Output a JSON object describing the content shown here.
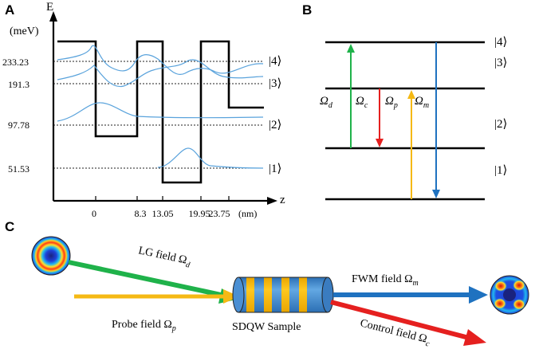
{
  "panels": {
    "a": "A",
    "b": "B",
    "c": "C"
  },
  "panel_a": {
    "y_axis_label": "E",
    "y_axis_unit": "(meV)",
    "x_axis_label": "z",
    "x_unit": "(nm)",
    "energy_ticks": [
      "233.23",
      "191.3",
      "97.78",
      "51.53"
    ],
    "z_ticks": [
      "0",
      "8.3",
      "13.05",
      "19.95",
      "23.75"
    ],
    "levels": [
      "|4⟩",
      "|3⟩",
      "|2⟩",
      "|1⟩"
    ]
  },
  "panel_b": {
    "levels": [
      "|4⟩",
      "|3⟩",
      "|2⟩",
      "|1⟩"
    ],
    "fields": {
      "d": {
        "symbol": "Ω",
        "sub": "d",
        "color": "#1fb24a"
      },
      "c": {
        "symbol": "Ω",
        "sub": "c",
        "color": "#e5201f"
      },
      "p": {
        "symbol": "Ω",
        "sub": "p",
        "color": "#f5b914"
      },
      "m": {
        "symbol": "Ω",
        "sub": "m",
        "color": "#1f72c0"
      }
    }
  },
  "panel_c": {
    "lg_field": {
      "text": "LG field Ω",
      "sub": "d"
    },
    "probe_field": {
      "text": "Probe field Ω",
      "sub": "p"
    },
    "fwm_field": {
      "text": "FWM field Ω",
      "sub": "m"
    },
    "control_field": {
      "text": "Control field Ω",
      "sub": "c"
    },
    "sample": "SDQW Sample"
  },
  "colors": {
    "green": "#1fb24a",
    "yellow": "#f5b914",
    "blue": "#1f72c0",
    "red": "#e5201f",
    "wavefunction": "#5aa3dc"
  }
}
